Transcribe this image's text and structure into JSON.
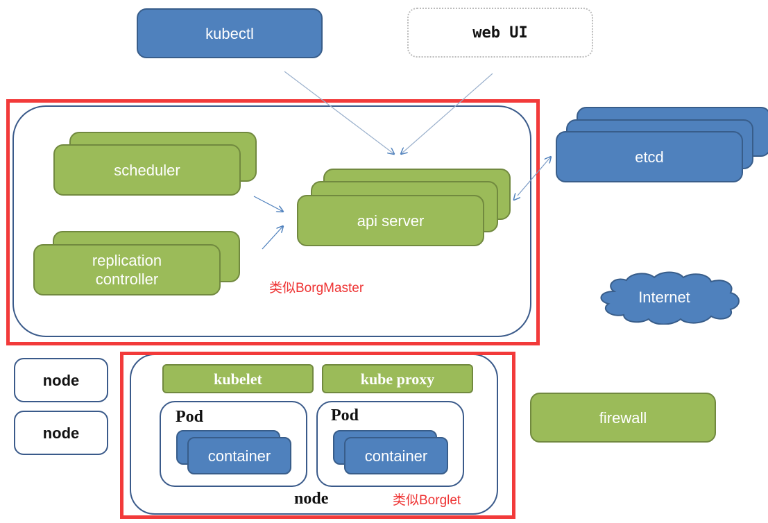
{
  "top": {
    "kubectl": "kubectl",
    "web_ui": "web UI"
  },
  "master": {
    "scheduler": "scheduler",
    "replication_controller_line1": "replication",
    "replication_controller_line2": "controller",
    "api_server": "api server",
    "annotation": "类似BorgMaster"
  },
  "external": {
    "etcd": "etcd",
    "internet": "Internet",
    "firewall": "firewall"
  },
  "nodes": {
    "node_a": "node",
    "node_b": "node"
  },
  "worker": {
    "kubelet": "kubelet",
    "kube_proxy": "kube proxy",
    "pods": [
      {
        "label": "Pod",
        "container": "container"
      },
      {
        "label": "Pod",
        "container": "container"
      }
    ],
    "node_label": "node",
    "annotation": "类似Borglet"
  },
  "colors": {
    "blue": "#4f81bd",
    "green": "#9bbb59",
    "highlight_red": "#f23a3a",
    "outline": "#3a5a8a"
  }
}
